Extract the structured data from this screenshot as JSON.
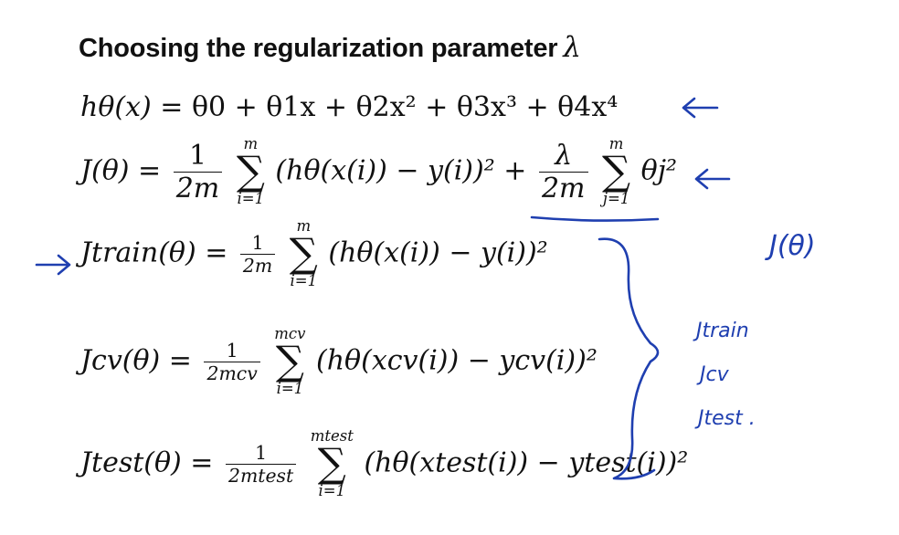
{
  "slide": {
    "title": "Choosing the regularization parameter",
    "title_symbol": "λ"
  },
  "equations": {
    "hypothesis": {
      "lhs": "hθ(x)",
      "rhs": "= θ0 + θ1x + θ2x² + θ3x³ + θ4x⁴"
    },
    "cost": {
      "lhs": "J(θ) =",
      "frac1_num": "1",
      "frac1_den": "2m",
      "sum_top": "m",
      "sum_bottom": "i=1",
      "body": "(hθ(x(i)) − y(i))² +",
      "frac2_num": "λ",
      "frac2_den": "2m",
      "reg_sum_top": "m",
      "reg_sum_bottom": "j=1",
      "reg_body": "θj²"
    },
    "train": {
      "lhs": "Jtrain(θ) =",
      "frac_num": "1",
      "frac_den": "2m",
      "sum_top": "m",
      "sum_bottom": "i=1",
      "body": "(hθ(x(i)) − y(i))²"
    },
    "cv": {
      "lhs": "Jcv(θ) =",
      "frac_num": "1",
      "frac_den": "2mcv",
      "sum_top": "mcv",
      "sum_bottom": "i=1",
      "body": "(hθ(xcv(i)) − ycv(i))²"
    },
    "test": {
      "lhs": "Jtest(θ) =",
      "frac_num": "1",
      "frac_den": "2mtest",
      "sum_top": "mtest",
      "sum_bottom": "i=1",
      "body": "(hθ(xtest(i)) − ytest(i))²"
    }
  },
  "annotations": {
    "handwritten_j": "J(θ)",
    "handwritten_list": [
      "Jtrain",
      "Jcv",
      "Jtest ."
    ],
    "ink_color": "#1f3fb0"
  }
}
